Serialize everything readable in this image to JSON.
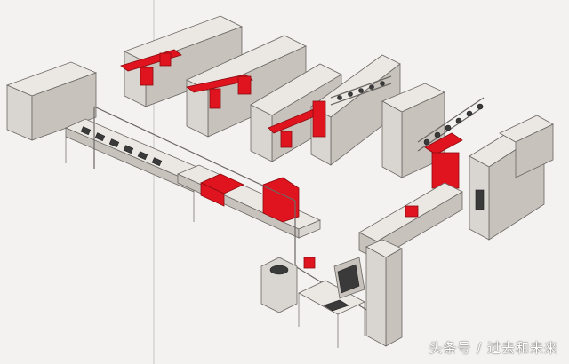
{
  "watermark": {
    "text": "头条号 / 过去和未来"
  },
  "colors": {
    "background": "#f4f2f0",
    "machine_body": "#d9d5d0",
    "machine_top": "#ebe8e4",
    "machine_shadow": "#bdb8b2",
    "outline": "#6b6764",
    "robot_red": "#e0141e",
    "dark": "#3a3a3a"
  },
  "scene": {
    "subject": "automated-manufacturing-line-illustration",
    "gantry_robots": 5,
    "tool_magazines": 2,
    "conveyors": 2
  }
}
